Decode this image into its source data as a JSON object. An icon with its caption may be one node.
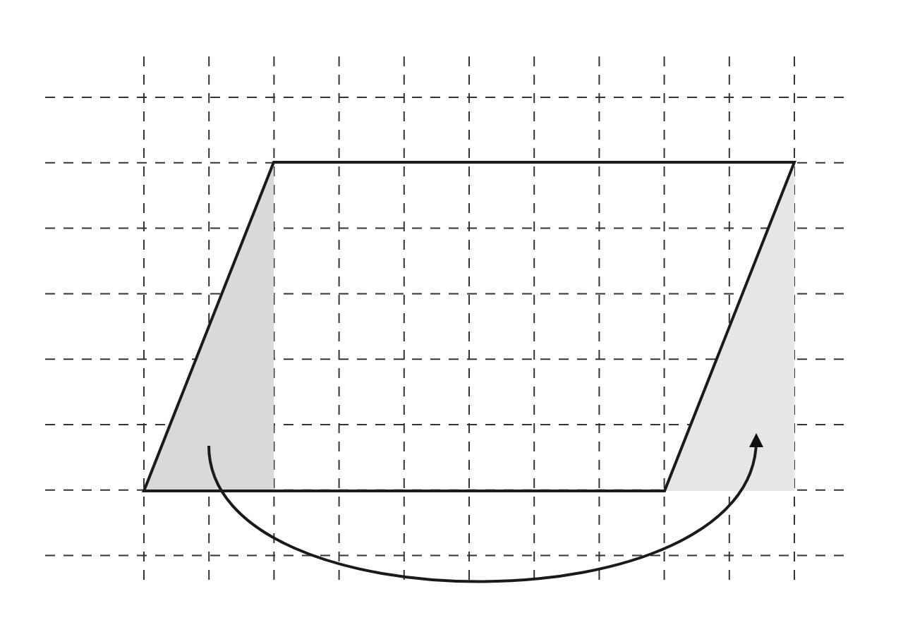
{
  "diagram": {
    "nodes": [
      {
        "text": [],
        "shape": "triangle"
      },
      {
        "text": [],
        "shape": "triangle"
      }
    ],
    "edges": [
      {
        "from": 0,
        "to": 1,
        "arrow": "to"
      }
    ]
  }
}
